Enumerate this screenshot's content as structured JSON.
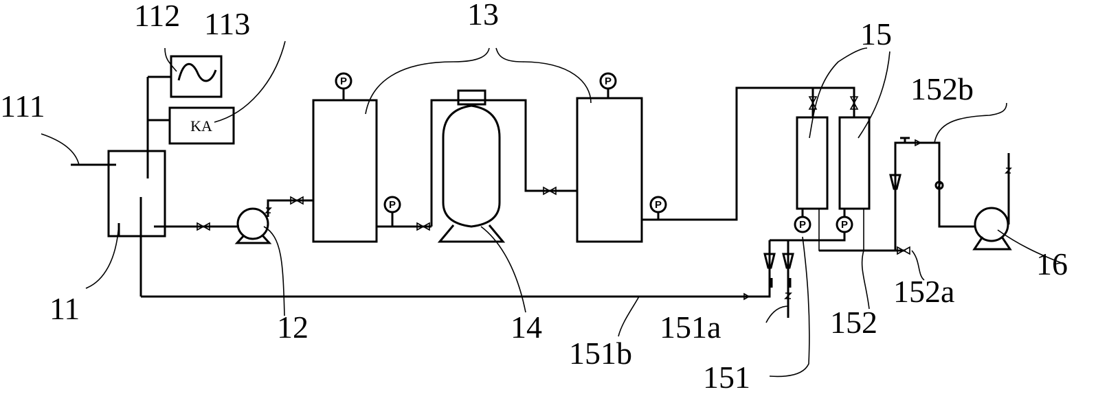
{
  "labels": {
    "n111": "111",
    "n112": "112",
    "n113": "113",
    "n13": "13",
    "n15": "15",
    "n152b": "152b",
    "n11": "11",
    "n12": "12",
    "n14": "14",
    "n151b": "151b",
    "n151a": "151a",
    "n151": "151",
    "n152": "152",
    "n152a": "152a",
    "n16": "16"
  },
  "components": {
    "relay_text": "KA",
    "gauge_text": "P"
  }
}
